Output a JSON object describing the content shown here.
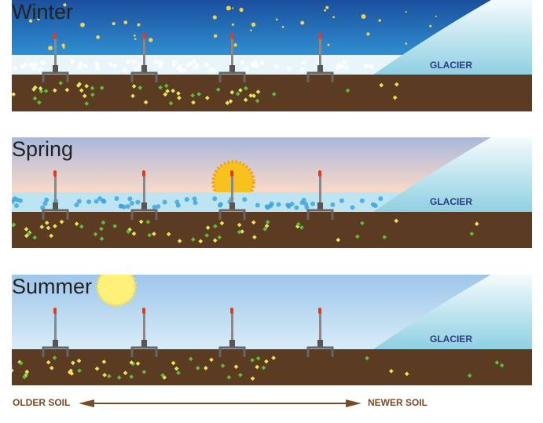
{
  "panels": [
    {
      "season": "Winter",
      "glacier_label": "GLACIER"
    },
    {
      "season": "Spring",
      "glacier_label": "GLACIER"
    },
    {
      "season": "Summer",
      "glacier_label": "GLACIER"
    }
  ],
  "axis": {
    "left_label": "OLDER SOIL",
    "right_label": "NEWER SOIL"
  },
  "colors": {
    "soil": "#5a3a22",
    "winter_sky": "#1c5aa8",
    "glacier": "#bfe6ef",
    "legend": "#7a4a22"
  }
}
